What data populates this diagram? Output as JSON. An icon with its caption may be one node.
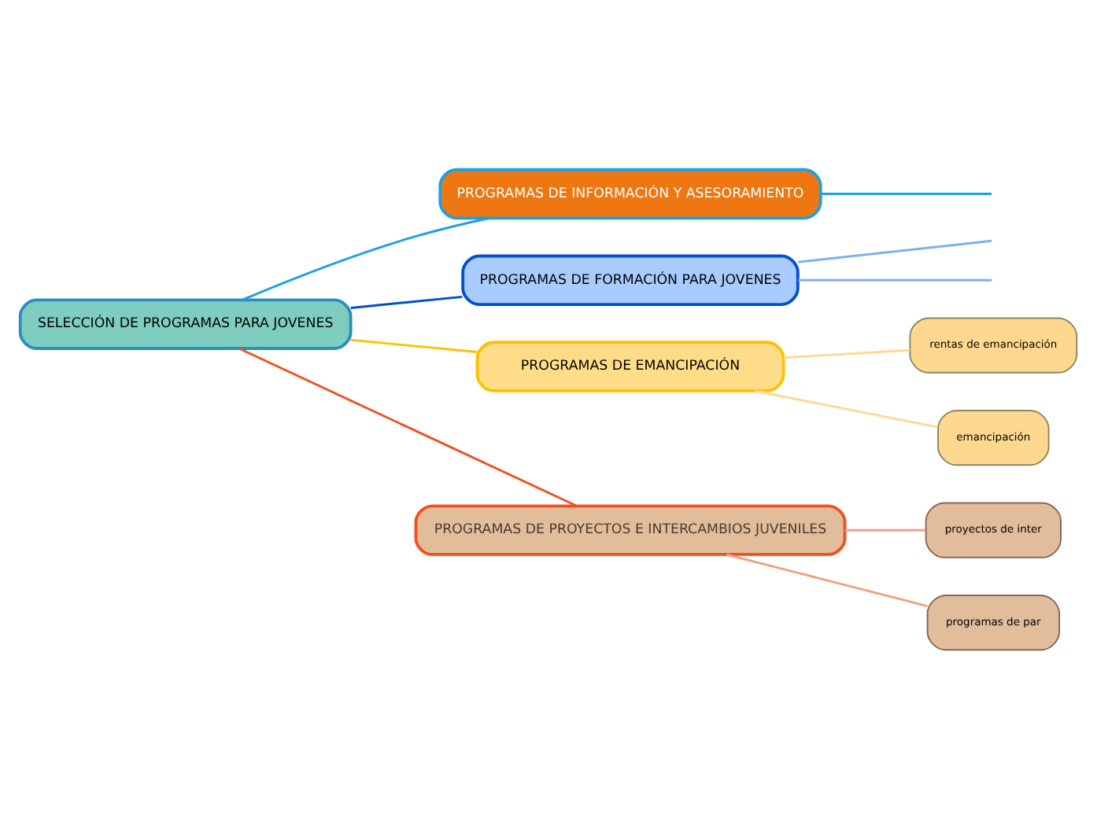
{
  "diagram": {
    "nodes": [
      {
        "text": [
          "SELECCIÓN DE PROGRAMAS PARA JOVENES"
        ]
      },
      {
        "text": [
          "PROGRAMAS DE INFORMACIÓN Y ASESORAMIENTO"
        ]
      },
      {
        "text": [
          "PROGRAMAS DE FORMACIÓN PARA JOVENES"
        ]
      },
      {
        "text": [
          "PROGRAMAS DE EMANCIPACIÓN"
        ]
      },
      {
        "text": [
          "rentas de emancipación"
        ]
      },
      {
        "text": [
          "emancipación"
        ]
      },
      {
        "text": [
          "PROGRAMAS DE PROYECTOS E INTERCAMBIOS JUVENILES"
        ]
      },
      {
        "text": [
          "proyectos de inter"
        ]
      },
      {
        "text": [
          "programas de par"
        ]
      }
    ],
    "edges": [
      {
        "from": 0,
        "to": 1,
        "arrow": "none",
        "color": "#1ba1e2"
      },
      {
        "from": 0,
        "to": 2,
        "arrow": "none",
        "color": "#0050d0"
      },
      {
        "from": 0,
        "to": 3,
        "arrow": "none",
        "color": "#ffc000"
      },
      {
        "from": 0,
        "to": 6,
        "arrow": "none",
        "color": "#f05020"
      },
      {
        "from": 1,
        "to": null,
        "arrow": "none",
        "color": "#1ba1e2"
      },
      {
        "from": 2,
        "to": null,
        "arrow": "none",
        "color": "#80b0f0"
      },
      {
        "from": 2,
        "to": null,
        "arrow": "none",
        "color": "#80b0f0"
      },
      {
        "from": 3,
        "to": 4,
        "arrow": "none",
        "color": "#ffd890"
      },
      {
        "from": 3,
        "to": 5,
        "arrow": "none",
        "color": "#ffd890"
      },
      {
        "from": 6,
        "to": 7,
        "arrow": "none",
        "color": "#f0a080"
      },
      {
        "from": 6,
        "to": 8,
        "arrow": "none",
        "color": "#f0a080"
      }
    ]
  }
}
